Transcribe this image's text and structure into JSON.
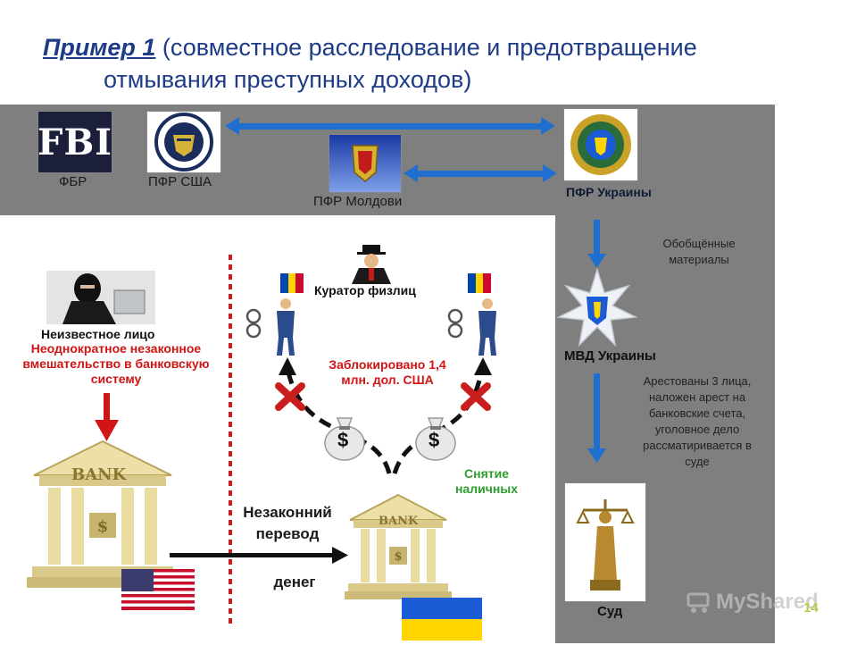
{
  "title": {
    "main": "Пример 1",
    "line1_rest": "(совместное расследование и предотвращение",
    "line2": "отмывания преступных доходов)"
  },
  "logos": {
    "fbi_text": "FBI",
    "fbi_label": "ФБР",
    "pfr_usa_label": "ПФР США",
    "pfr_moldova_label": "ПФР Молдови",
    "pfr_ukraine_label": "ПФР Украины"
  },
  "right_column": {
    "generalized": "Обобщённые материалы",
    "mvd_label": "МВД Украины",
    "outcome": "Арестованы 3 лица, наложен арест на банковские счета, уголовное дело рассматиривается в суде",
    "court_label": "Суд"
  },
  "left_scene": {
    "unknown_person": "Неизвестное лицо",
    "interference": "Неоднократное незаконное вмешательство в банковскую систему",
    "bank_word": "BANK",
    "illegal_transfer_1": "Незаконний перевод",
    "illegal_transfer_2": "денег"
  },
  "center_scene": {
    "curator": "Куратор физлиц",
    "blocked": "Заблокировано 1,4 млн. дол. США",
    "cash_withdrawal": "Снятие наличных",
    "dollar_sign": "$"
  },
  "watermark": {
    "text": "MyShared",
    "page": "14"
  },
  "colors": {
    "title": "#1e3b87",
    "band": "#7f7f7f",
    "arrow_blue": "#1f6fd0",
    "red": "#d11414",
    "green": "#2e9e2e",
    "ua_blue": "#1b5bd6",
    "ua_yellow": "#ffd500"
  }
}
